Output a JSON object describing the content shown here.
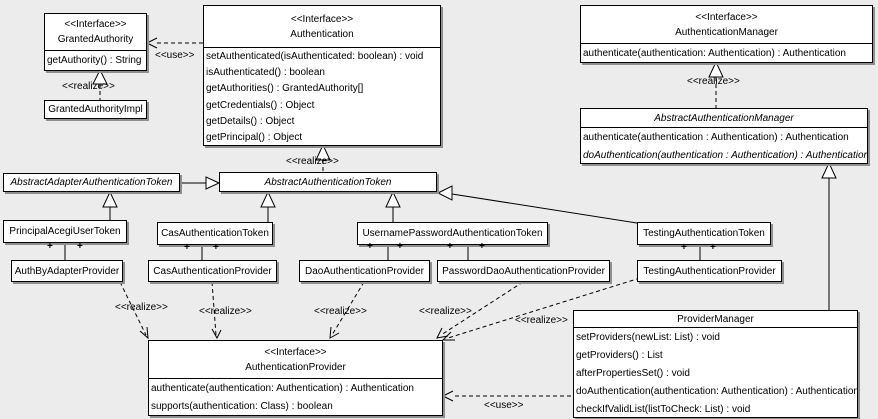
{
  "edge_labels": {
    "use": "<<use>>",
    "realize": "<<realize>>"
  },
  "symbols": {
    "plus": "+"
  },
  "classes": {
    "granted_authority": {
      "stereotype": "<<Interface>>",
      "name": "GrantedAuthority",
      "methods": [
        "getAuthority() : String"
      ]
    },
    "granted_authority_impl": {
      "name": "GrantedAuthorityImpl"
    },
    "authentication": {
      "stereotype": "<<Interface>>",
      "name": "Authentication",
      "methods": [
        "setAuthenticated(isAuthenticated: boolean) : void",
        "isAuthenticated() : boolean",
        "getAuthorities() : GrantedAuthority[]",
        "getCredentials() : Object",
        "getDetails() : Object",
        "getPrincipal() : Object"
      ]
    },
    "authentication_manager": {
      "stereotype": "<<Interface>>",
      "name": "AuthenticationManager",
      "methods": [
        "authenticate(authentication: Authentication) : Authentication"
      ]
    },
    "abstract_authentication_manager": {
      "name": "AbstractAuthenticationManager",
      "methods": [
        "authenticate(authentication : Authentication) : Authentication",
        "doAuthentication(authentication : Authentication) : Authentication"
      ]
    },
    "abstract_adapter_authentication_token": {
      "name": "AbstractAdapterAuthenticationToken"
    },
    "abstract_authentication_token": {
      "name": "AbstractAuthenticationToken"
    },
    "principal_acegi_user_token": {
      "name": "PrincipalAcegiUserToken"
    },
    "cas_authentication_token": {
      "name": "CasAuthenticationToken"
    },
    "username_password_authentication_token": {
      "name": "UsernamePasswordAuthenticationToken"
    },
    "testing_authentication_token": {
      "name": "TestingAuthenticationToken"
    },
    "auth_by_adapter_provider": {
      "name": "AuthByAdapterProvider"
    },
    "cas_authentication_provider": {
      "name": "CasAuthenticationProvider"
    },
    "dao_authentication_provider": {
      "name": "DaoAuthenticationProvider"
    },
    "password_dao_authentication_provider": {
      "name": "PasswordDaoAuthenticationProvider"
    },
    "testing_authentication_provider": {
      "name": "TestingAuthenticationProvider"
    },
    "authentication_provider": {
      "stereotype": "<<Interface>>",
      "name": "AuthenticationProvider",
      "methods": [
        "authenticate(authentication: Authentication) : Authentication",
        "supports(authentication: Class) : boolean"
      ]
    },
    "provider_manager": {
      "name": "ProviderManager",
      "methods": [
        "setProviders(newList: List) : void",
        "getProviders() : List",
        "afterPropertiesSet() : void",
        "doAuthentication(authentication: Authentication) : Authentication",
        "checkIfValidList(listToCheck: List) : void"
      ]
    }
  }
}
